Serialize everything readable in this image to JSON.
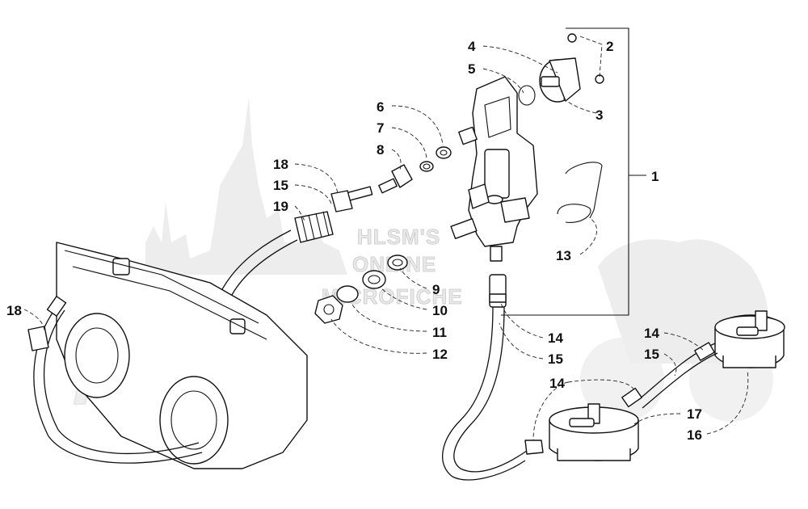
{
  "watermark": {
    "line1": "HLSM'S",
    "line2": "ONLINE",
    "line3": "MICROFICHE"
  },
  "callouts": {
    "c1": "1",
    "c2": "2",
    "c3": "3",
    "c4": "4",
    "c5": "5",
    "c6": "6",
    "c7": "7",
    "c8": "8",
    "c9": "9",
    "c10": "10",
    "c11": "11",
    "c12": "12",
    "c13": "13",
    "c14a": "14",
    "c14b": "14",
    "c14c": "14",
    "c15a": "15",
    "c15b": "15",
    "c15c": "15",
    "c16": "16",
    "c17": "17",
    "c18a": "18",
    "c18b": "18",
    "c19": "19"
  },
  "colors": {
    "ink": "#111111",
    "watermark": "#e6e6e6"
  }
}
